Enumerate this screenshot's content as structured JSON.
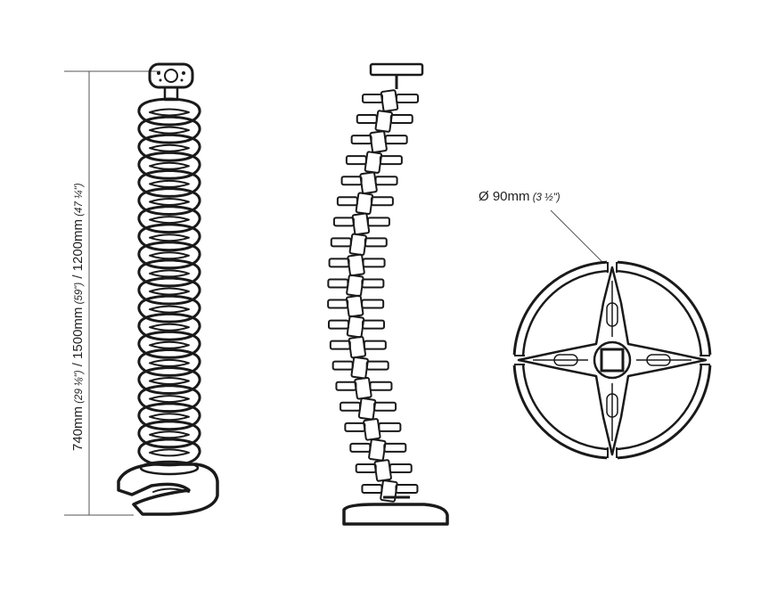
{
  "height_dimension": {
    "main": "740mm",
    "detail1": " (29 ⅛\")",
    "sep1": " / 1500mm",
    "detail2": " (59\")",
    "sep2": " / 1200mm",
    "detail3": " (47 ¼\")"
  },
  "diameter_dimension": {
    "main": "Ø 90mm",
    "detail": " (3 ½\")"
  },
  "colors": {
    "ink": "#1a1a1a",
    "dimension_line": "#555555",
    "background": "#ffffff"
  },
  "views": [
    "front-view",
    "side-view",
    "top-view"
  ]
}
